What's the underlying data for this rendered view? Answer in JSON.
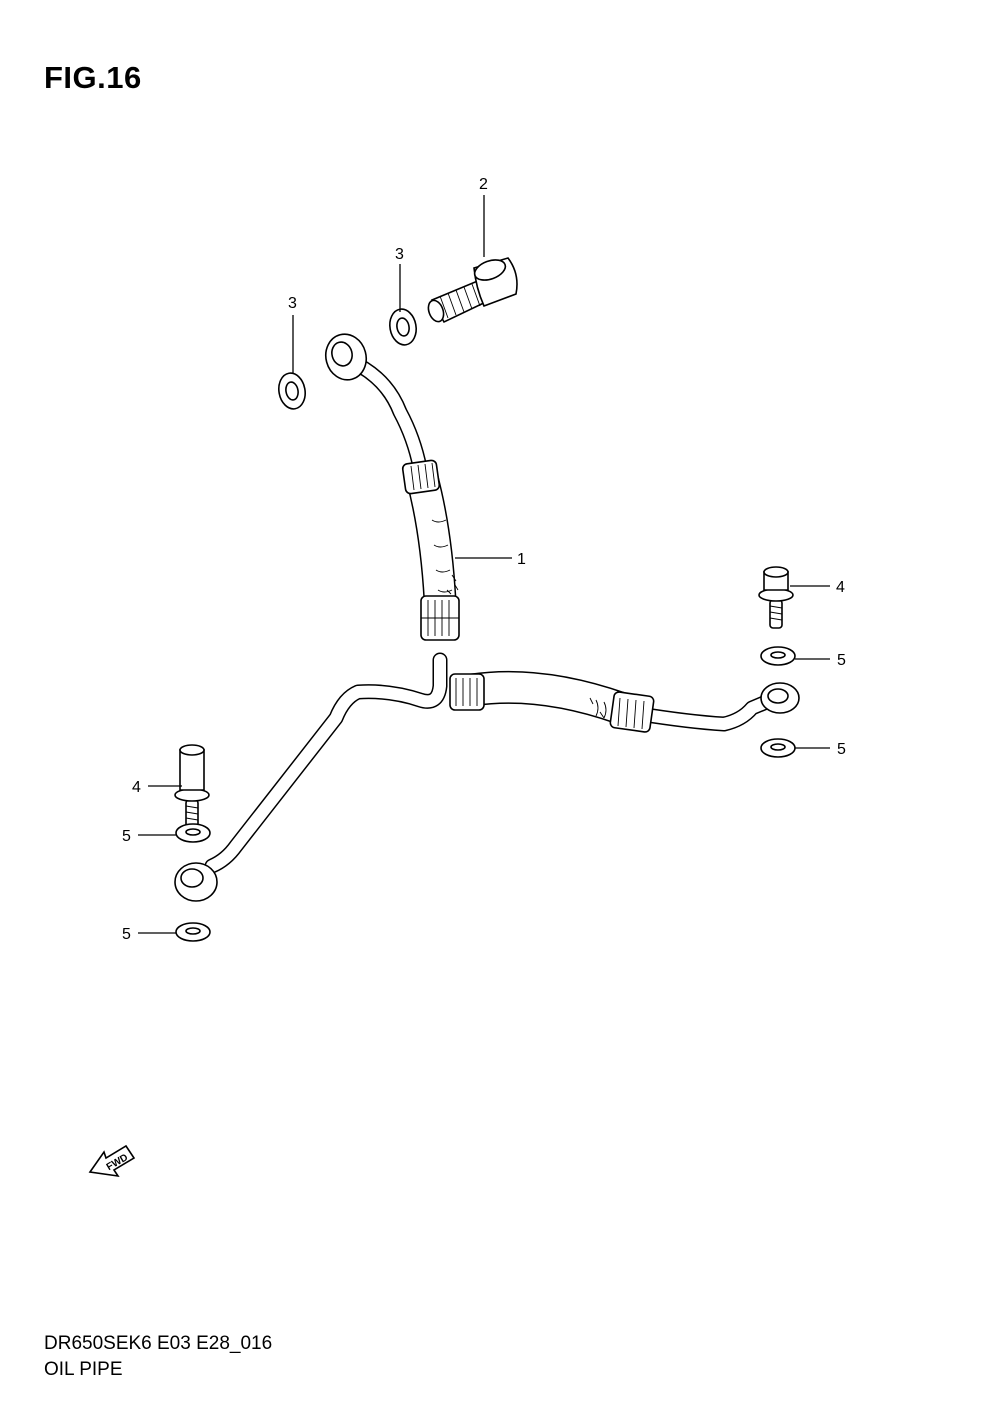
{
  "figure": {
    "title": "FIG.16",
    "model_code": "DR650SEK6 E03 E28_016",
    "part_group": "OIL PIPE"
  },
  "callouts": [
    {
      "id": "c1",
      "label": "1"
    },
    {
      "id": "c2",
      "label": "2"
    },
    {
      "id": "c3a",
      "label": "3"
    },
    {
      "id": "c3b",
      "label": "3"
    },
    {
      "id": "c4a",
      "label": "4"
    },
    {
      "id": "c4b",
      "label": "4"
    },
    {
      "id": "c5a",
      "label": "5"
    },
    {
      "id": "c5b",
      "label": "5"
    },
    {
      "id": "c5c",
      "label": "5"
    },
    {
      "id": "c5d",
      "label": "5"
    }
  ],
  "direction_marker": {
    "label": "FWD",
    "icon": "fwd-arrow-icon"
  }
}
